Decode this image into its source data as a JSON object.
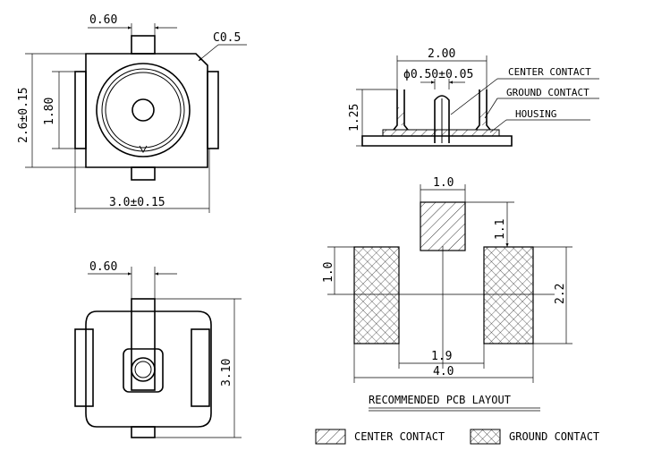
{
  "top_view": {
    "dim_stub_width": "0.60",
    "dim_chamfer": "C0.5",
    "dim_height": "2.6±0.15",
    "dim_inner_height": "1.80",
    "dim_width": "3.0±0.15"
  },
  "bottom_view": {
    "dim_stub_width": "0.60",
    "dim_height": "3.10"
  },
  "side_view": {
    "dim_width": "2.00",
    "dim_pin": "ϕ0.50±0.05",
    "dim_height": "1.25",
    "label_center": "CENTER CONTACT",
    "label_ground": "GROUND CONTACT",
    "label_housing": "HOUSING"
  },
  "pcb_layout": {
    "dim_center_width": "1.0",
    "dim_center_height": "1.1",
    "dim_pad_offset": "1.0",
    "dim_pad_height": "2.2",
    "dim_gap": "1.9",
    "dim_total": "4.0",
    "title": "RECOMMENDED PCB LAYOUT"
  },
  "legend": {
    "center_label": "CENTER CONTACT",
    "ground_label": "GROUND CONTACT"
  }
}
